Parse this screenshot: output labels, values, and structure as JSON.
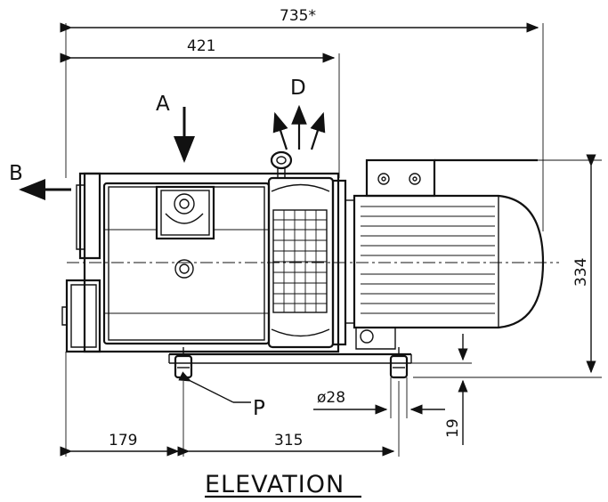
{
  "drawing": {
    "title": "ELEVATION",
    "dimensions": {
      "overall_length": "735*",
      "inlet_position": "421",
      "height": "334",
      "foot_offset": "179",
      "foot_spacing": "315",
      "foot_diameter": "ø28",
      "foot_height": "19"
    },
    "labels": {
      "inlet": "A",
      "outlet": "B",
      "cooling_air": "D",
      "foot": "P"
    }
  }
}
